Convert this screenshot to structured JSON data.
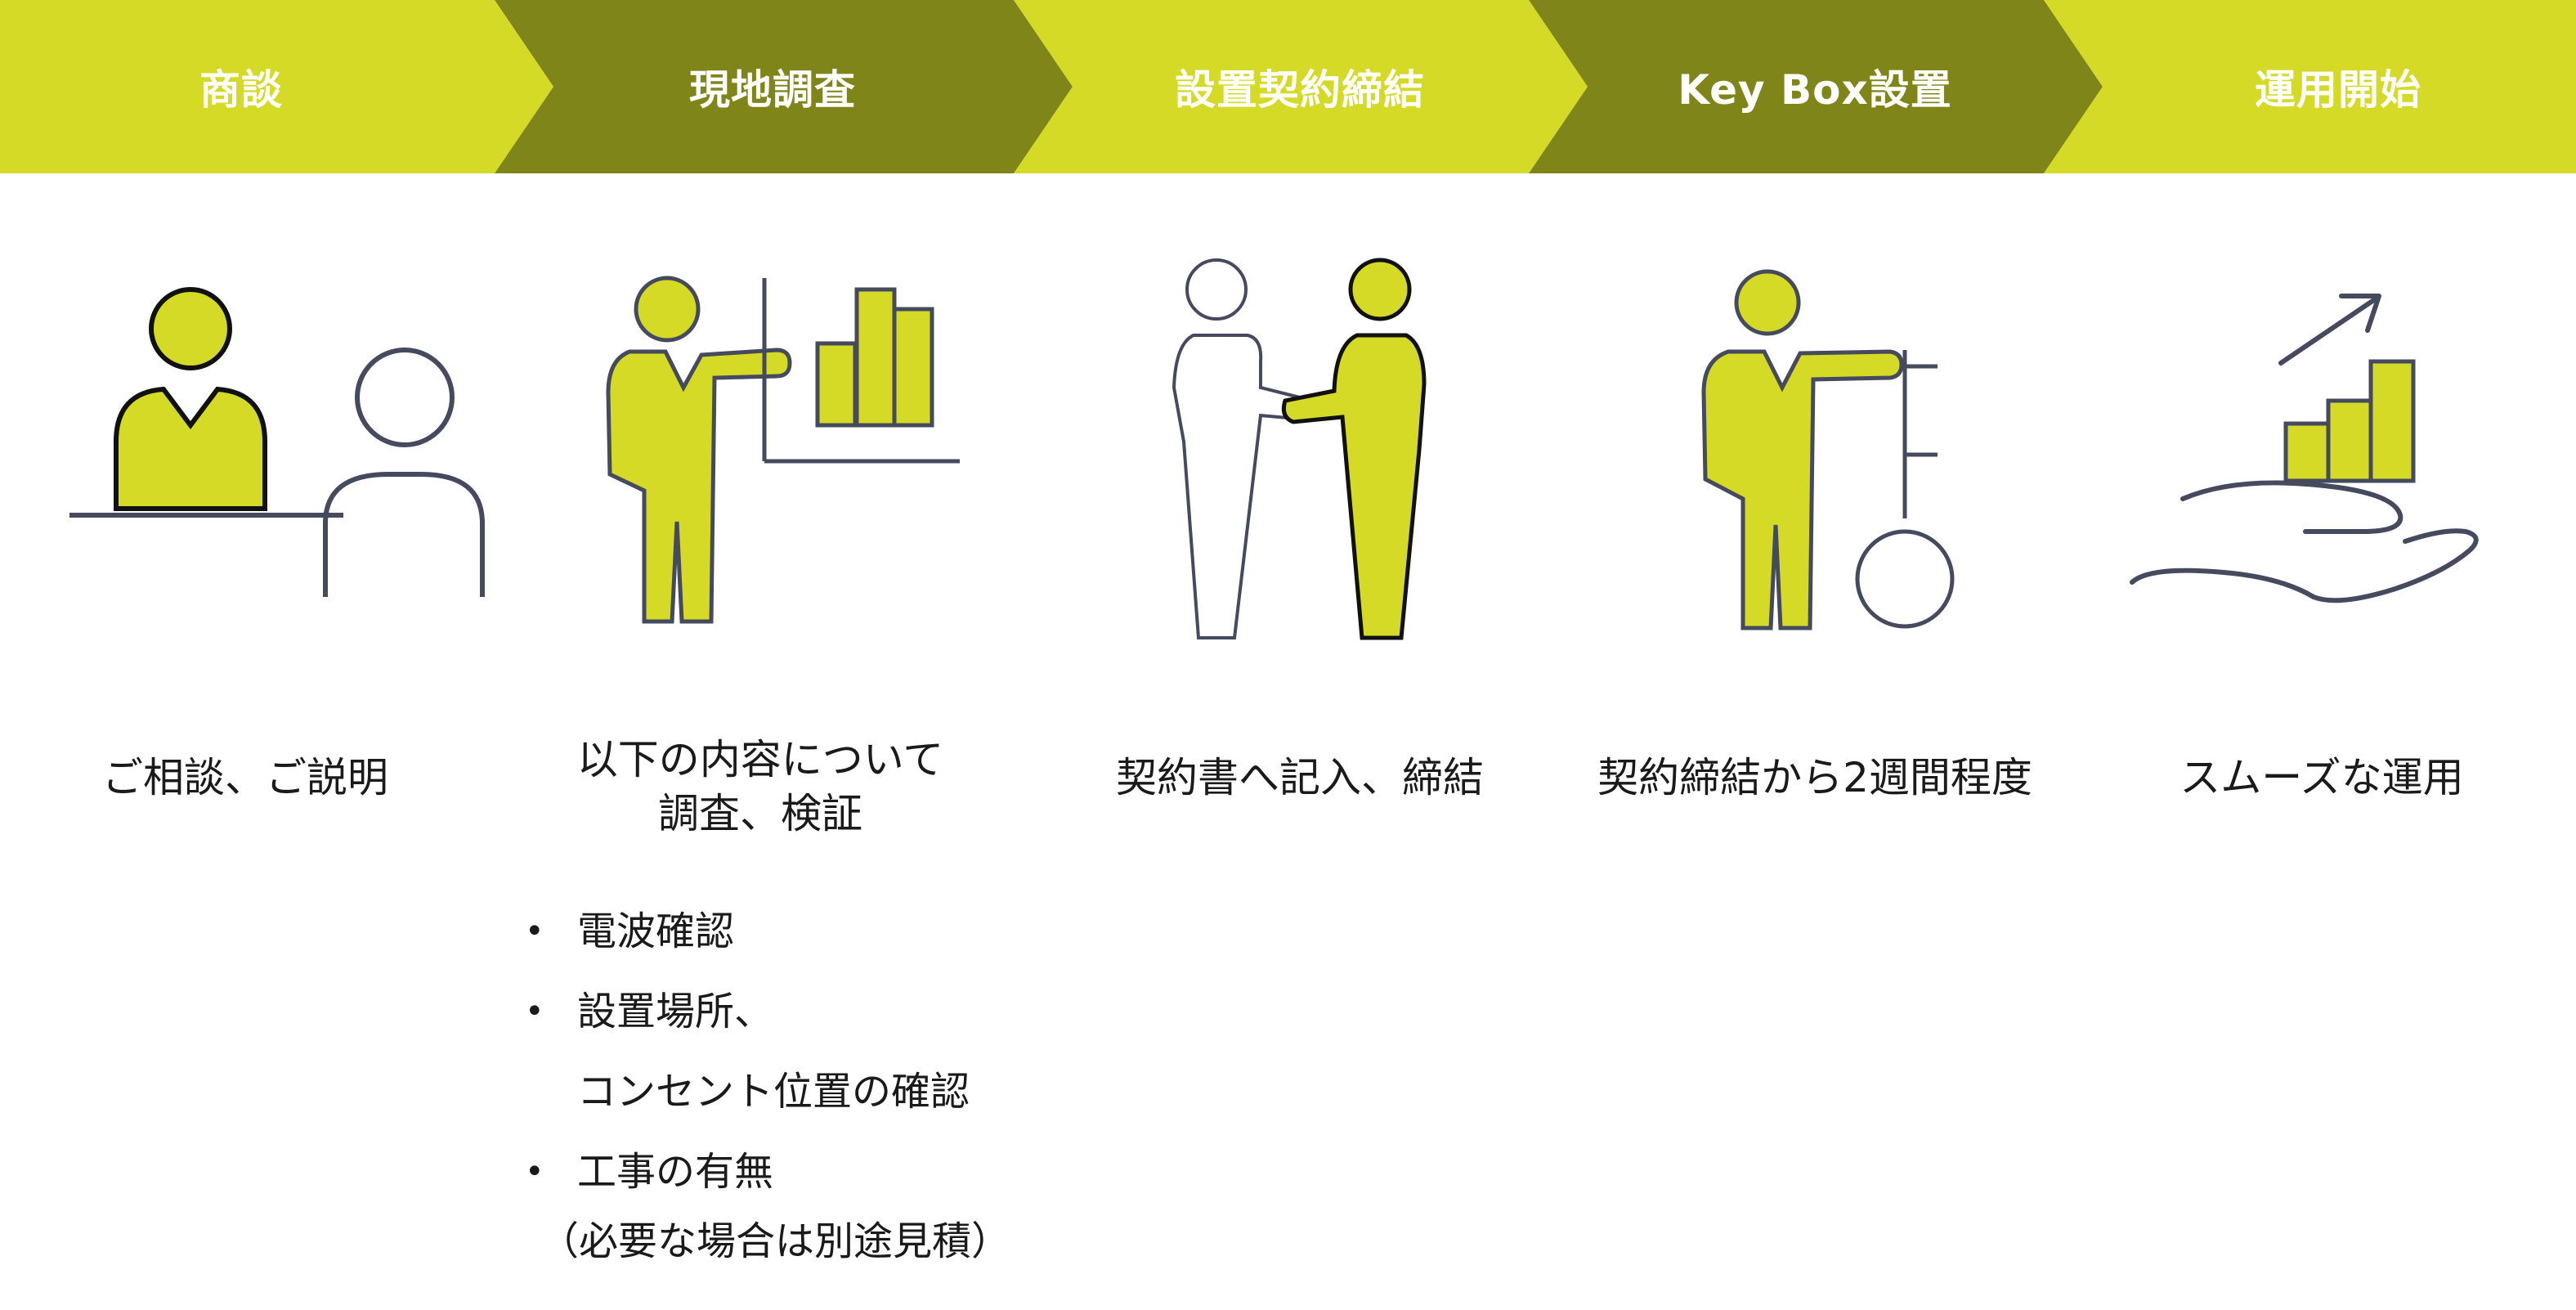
{
  "colors": {
    "accent_light": "#d4da26",
    "accent_dark": "#808519",
    "outline": "#454a5e",
    "text": "#1a1a1a"
  },
  "steps": [
    {
      "label": "商談",
      "icon": "consultation-icon",
      "description": [
        "ご相談、ご説明"
      ]
    },
    {
      "label": "現地調査",
      "icon": "presentation-icon",
      "description": [
        "以下の内容について",
        "調査、検証"
      ]
    },
    {
      "label": "設置契約締結",
      "icon": "handshake-icon",
      "description": [
        "契約書へ記入、締結"
      ]
    },
    {
      "label": "Key Box設置",
      "icon": "key-installation-icon",
      "description": [
        "契約締結から2週間程度"
      ]
    },
    {
      "label": "運用開始",
      "icon": "growth-hand-icon",
      "description": [
        "スムーズな運用"
      ]
    }
  ],
  "survey_items": [
    {
      "text": "電波確認"
    },
    {
      "text": "設置場所、"
    },
    {
      "text": "コンセント位置の確認"
    },
    {
      "text": "工事の有無"
    }
  ],
  "survey_note": "（必要な場合は別途見積）"
}
